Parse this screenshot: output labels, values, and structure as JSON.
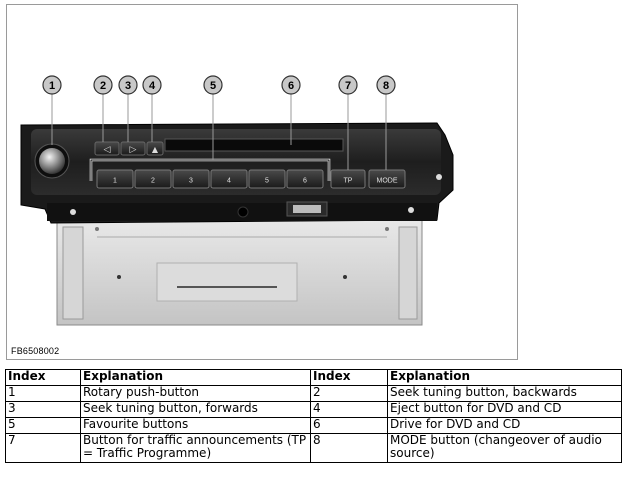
{
  "figure": {
    "code": "FB6508002",
    "callouts": [
      "1",
      "2",
      "3",
      "4",
      "5",
      "6",
      "7",
      "8"
    ],
    "preset_buttons": [
      "1",
      "2",
      "3",
      "4",
      "5",
      "6"
    ],
    "tp_label": "TP",
    "mode_label": "MODE",
    "seek_back_symbol": "◁",
    "seek_forward_symbol": "▷",
    "eject_symbol": "▲"
  },
  "table": {
    "headers": [
      "Index",
      "Explanation",
      "Index",
      "Explanation"
    ],
    "rows": [
      [
        "1",
        "Rotary push-button",
        "2",
        "Seek tuning button, backwards"
      ],
      [
        "3",
        "Seek tuning button, forwards",
        "4",
        "Eject button for DVD and CD"
      ],
      [
        "5",
        "Favourite buttons",
        "6",
        "Drive for DVD and CD"
      ],
      [
        "7",
        "Button for traffic announcements (TP = Traffic Programme)",
        "8",
        "MODE button (changeover of audio source)"
      ]
    ]
  }
}
